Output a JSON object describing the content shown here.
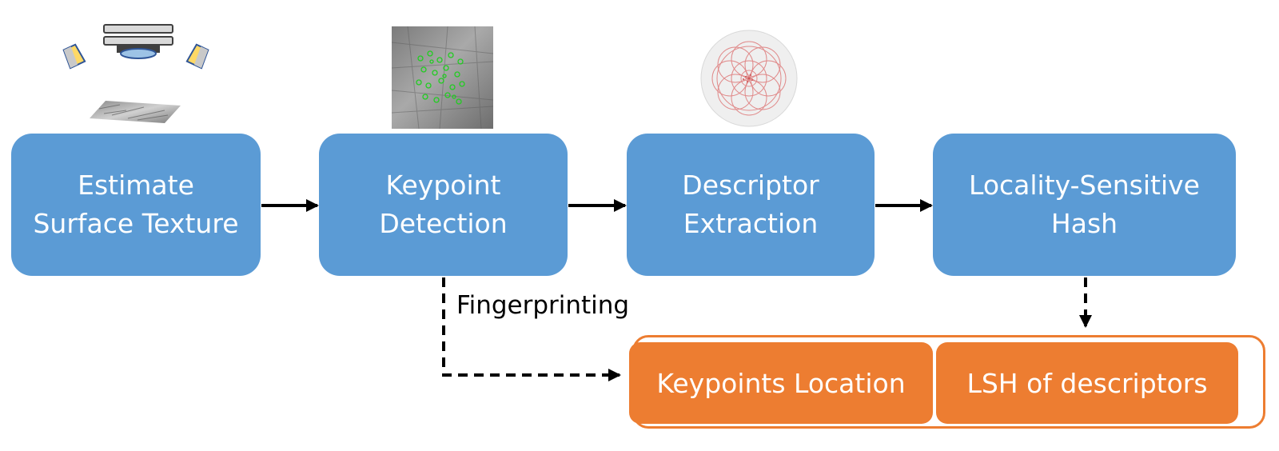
{
  "steps": [
    {
      "line1": "Estimate",
      "line2": "Surface Texture"
    },
    {
      "line1": "Keypoint",
      "line2": "Detection"
    },
    {
      "line1": "Descriptor",
      "line2": "Extraction"
    },
    {
      "line1": "Locality-Sensitive",
      "line2": "Hash"
    }
  ],
  "fingerprint_label": "Fingerprinting",
  "output": {
    "keypoints_location": "Keypoints Location",
    "lsh_descriptors": "LSH of descriptors"
  },
  "colors": {
    "step_box": "#5b9bd5",
    "output_box": "#ed7d31",
    "arrow": "#000000",
    "keypoint_marks": "#22cc22",
    "descriptor_rings": "#e08a8a"
  },
  "icons": [
    "camera-lights-icon",
    "texture-sample-icon",
    "keypoint-image-icon",
    "descriptor-pattern-icon"
  ]
}
